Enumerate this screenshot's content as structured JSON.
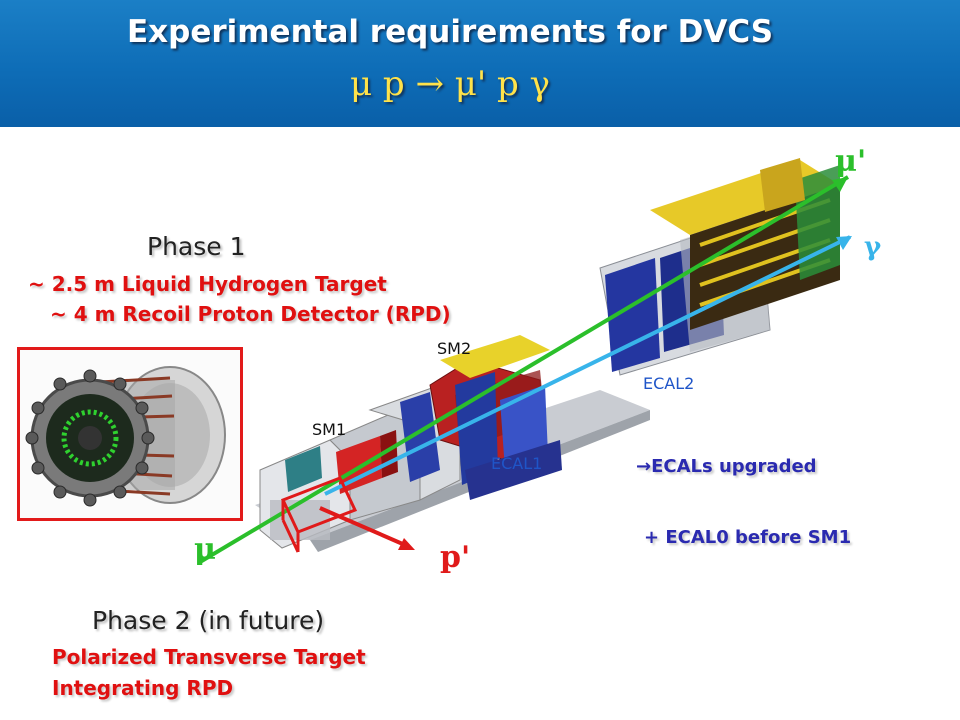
{
  "header": {
    "title": "Experimental requirements for DVCS",
    "reaction": "μ p → μ' p γ"
  },
  "phase1": {
    "title": "Phase 1",
    "line1": "~ 2.5 m Liquid Hydrogen Target",
    "line2": "~ 4 m Recoil Proton Detector (RPD)"
  },
  "phase2": {
    "title": "Phase 2 (in future)",
    "line1": "Polarized Transverse Target",
    "line2": "Integrating RPD"
  },
  "labels": {
    "sm1": "SM1",
    "sm2": "SM2",
    "ecal1": "ECAL1",
    "ecal2": "ECAL2",
    "mu": "μ",
    "mu_prime": "μ'",
    "gamma": "γ",
    "p_prime": "p'"
  },
  "notes": {
    "upgrade": "→ECALs upgraded",
    "ecal0": "+ ECAL0 before SM1"
  },
  "colors": {
    "header": "#0e6db7",
    "muon_track": "#2bbf2b",
    "photon_track": "#38b4ea",
    "proton_track": "#e01a1a",
    "accent_red": "#e01010",
    "accent_blue": "#2a2ab0"
  }
}
